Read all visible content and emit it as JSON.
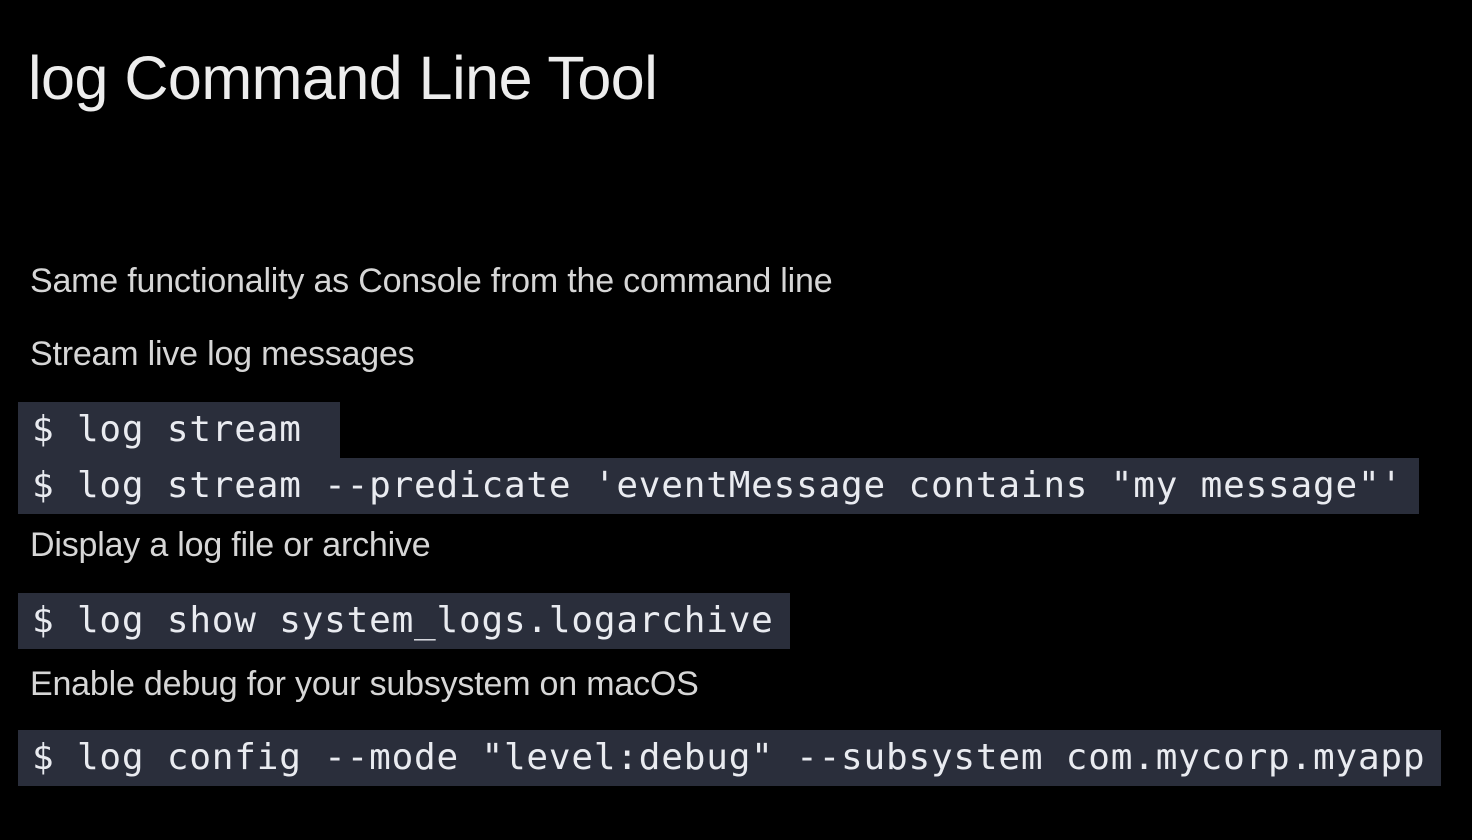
{
  "slide": {
    "title": "log Command Line Tool",
    "body_lines": {
      "intro": "Same functionality as Console from the command line",
      "stream": "Stream live log messages",
      "display": "Display a log file or archive",
      "enable": "Enable debug for your subsystem on macOS"
    },
    "code": {
      "stream_basic": "$ log stream ",
      "stream_predicate": "$ log stream --predicate 'eventMessage contains \"my message\"'",
      "show_archive": "$ log show system_logs.logarchive",
      "config_debug": "$ log config --mode \"level:debug\" --subsystem com.mycorp.myapp"
    },
    "colors": {
      "background": "#000000",
      "code_background": "#2a2e3b",
      "code_text": "#e9ebf0",
      "body_text": "#d6d6d6",
      "title_text": "#ededed"
    }
  }
}
